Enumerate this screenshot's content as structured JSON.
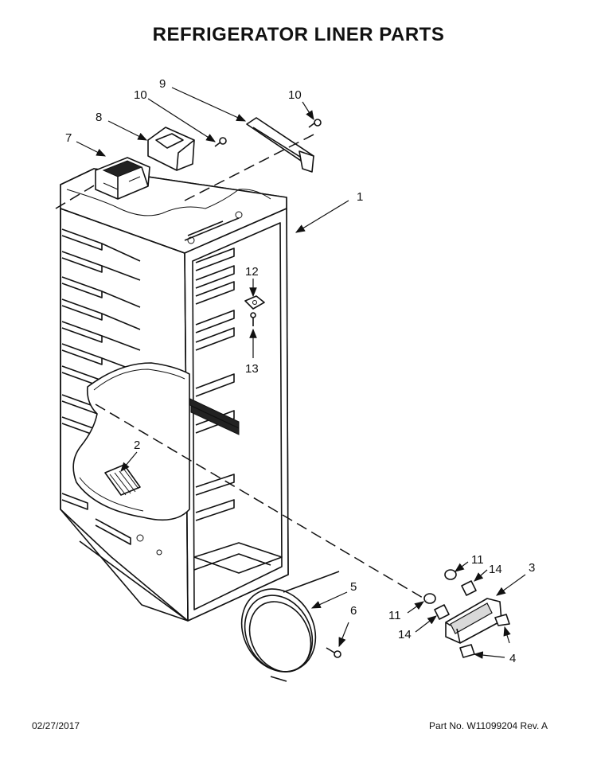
{
  "title": "REFRIGERATOR LINER PARTS",
  "footer": {
    "date": "02/27/2017",
    "part_no": "Part No.  W11099204   Rev.  A"
  },
  "callouts": [
    "1",
    "2",
    "3",
    "4",
    "5",
    "6",
    "7",
    "8",
    "9",
    "10",
    "10",
    "11",
    "11",
    "12",
    "13",
    "14",
    "14"
  ]
}
